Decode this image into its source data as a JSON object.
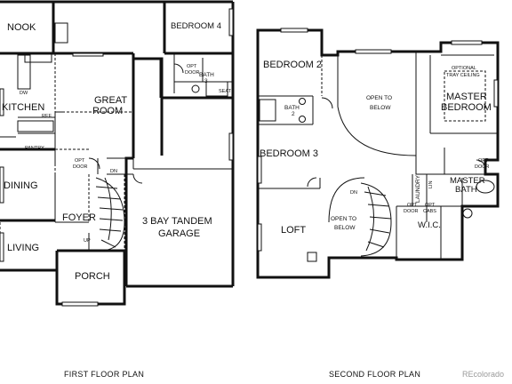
{
  "first_floor": {
    "caption": "FIRST FLOOR PLAN",
    "rooms": {
      "nook": "NOOK",
      "bedroom4": "BEDROOM 4",
      "kitchen": "KITCHEN",
      "great_room_1": "GREAT",
      "great_room_2": "ROOM",
      "bath3_1": "BATH",
      "bath3_2": "3",
      "pantry": "PANTRY",
      "dining": "DINING",
      "foyer": "FOYER",
      "living": "LIVING",
      "garage_1": "3 BAY TANDEM",
      "garage_2": "GARAGE",
      "porch": "PORCH"
    },
    "small_labels": {
      "dw": "DW",
      "ref": "REF",
      "seat": "SEAT",
      "opt_door_1": "OPT",
      "opt_door_2": "DOOR",
      "dn": "DN",
      "up": "UP",
      "opt_1": "OPT",
      "opt_2": "DOOR"
    }
  },
  "second_floor": {
    "caption": "SECOND FLOOR PLAN",
    "rooms": {
      "bedroom2": "BEDROOM 2",
      "bath2_1": "BATH",
      "bath2_2": "2",
      "open_below_1": "OPEN TO",
      "open_below_2": "BELOW",
      "master_1": "MASTER",
      "master_2": "BEDROOM",
      "tray_1": "OPTIONAL",
      "tray_2": "TRAY CEILING",
      "bedroom3": "BEDROOM 3",
      "laundry": "LAUNDRY",
      "master_bath_1": "MASTER",
      "master_bath_2": "BATH",
      "opt_door_1": "OPT",
      "opt_door_2": "DOOR",
      "loft": "LOFT",
      "open_stair_1": "OPEN TO",
      "open_stair_2": "BELOW",
      "wic": "W.I.C.",
      "opt_door_b_1": "OPT",
      "opt_door_b_2": "DOOR",
      "opt_cabs_1": "OPT",
      "opt_cabs_2": "CABS",
      "dn": "DN",
      "lin": "LIN"
    }
  },
  "watermark": "REcolorado"
}
